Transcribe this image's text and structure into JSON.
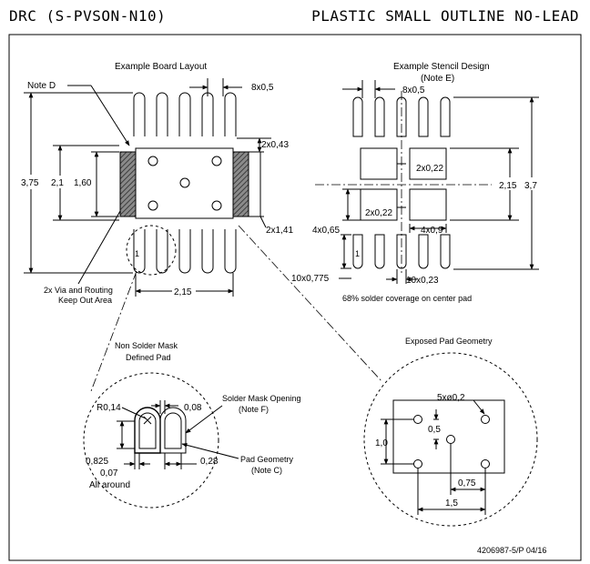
{
  "header": {
    "left": "DRC (S-PVSON-N10)",
    "right": "PLASTIC SMALL OUTLINE NO-LEAD"
  },
  "board": {
    "title": "Example Board Layout",
    "note_d": "Note D",
    "dim_pitch": "8x0,5",
    "dim_375": "3,75",
    "dim_21": "2,1",
    "dim_160": "1,60",
    "dim_2x043": "2x0,43",
    "dim_2x141": "2x1,41",
    "dim_215": "2,15",
    "pin1": "1",
    "via_note_1": "2x Via and Routing",
    "via_note_2": "Keep Out Area"
  },
  "stencil": {
    "title": "Example Stencil Design",
    "note": "(Note E)",
    "dim_pitch": "8x0,5",
    "dim_022a": "2x0,22",
    "dim_022b": "2x0,22",
    "dim_215": "2,15",
    "dim_37": "3,7",
    "dim_4x065": "4x0,65",
    "dim_4x09": "4x0,9",
    "dim_10x0775": "10x0,775",
    "dim_10x023": "10x0,23",
    "pin1": "1",
    "coverage": "68% solder coverage on center pad"
  },
  "nsmd": {
    "title_1": "Non Solder Mask",
    "title_2": "Defined Pad",
    "r014": "R0,14",
    "d008": "0,08",
    "smo_1": "Solder Mask Opening",
    "smo_2": "(Note F)",
    "d0825": "0,825",
    "d007": "0,07",
    "all_around": "All around",
    "d028": "0,28",
    "pg_1": "Pad Geometry",
    "pg_2": "(Note C)"
  },
  "exposed": {
    "title": "Exposed Pad Geometry",
    "d5x02": "5xø0,2",
    "d05": "0,5",
    "d10": "1,0",
    "d075": "0,75",
    "d15": "1,5"
  },
  "footer": {
    "doc_id": "4206987-5/P  04/16"
  }
}
